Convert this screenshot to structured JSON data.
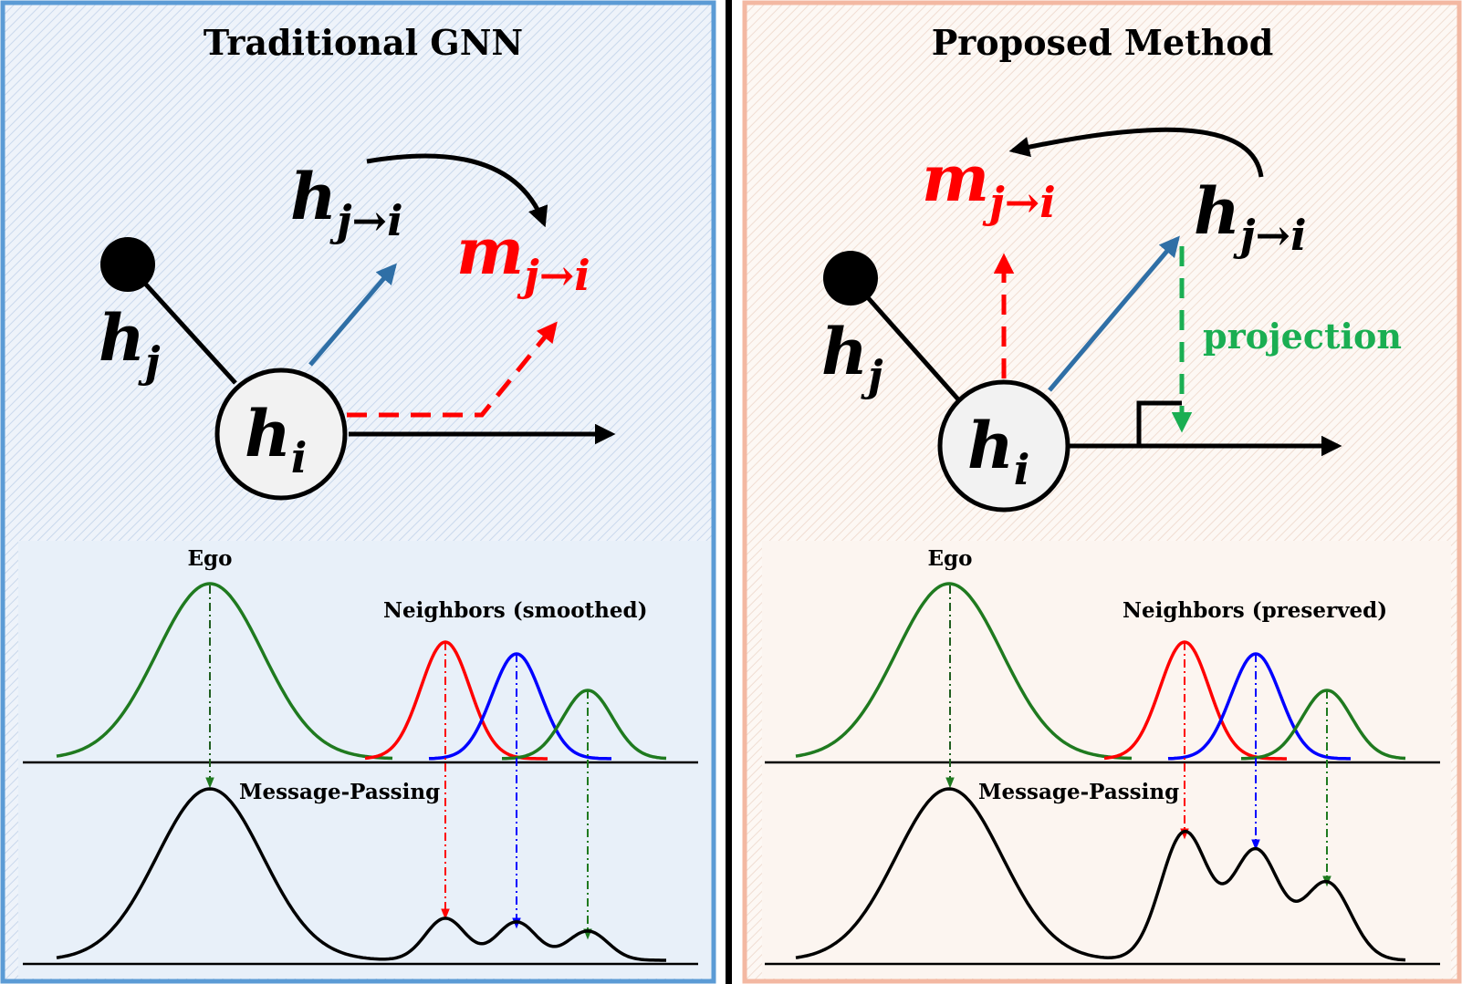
{
  "colors": {
    "left_border": "#5b9bd5",
    "right_border": "#f3b8a2",
    "left_bg": "#e6eef8",
    "right_bg": "#fbf3ee",
    "red": "#ff0000",
    "blue": "#0000ff",
    "green": "#1f7a1f",
    "vector_blue": "#2f6fa6",
    "projection_green": "#1aae52"
  },
  "left": {
    "title": "Traditional GNN",
    "h_j": "h",
    "h_j_sub": "j",
    "h_i": "h",
    "h_i_sub": "i",
    "h_ji": "h",
    "h_ji_sub": "j→i",
    "m_ji": "m",
    "m_ji_sub": "j→i",
    "ego_label": "Ego",
    "neighbors_label": "Neighbors (smoothed)",
    "mp_label": "Message-Passing"
  },
  "right": {
    "title": "Proposed Method",
    "h_j": "h",
    "h_j_sub": "j",
    "h_i": "h",
    "h_i_sub": "i",
    "h_ji": "h",
    "h_ji_sub": "j→i",
    "m_ji": "m",
    "m_ji_sub": "j→i",
    "projection_label": "projection",
    "ego_label": "Ego",
    "neighbors_label": "Neighbors (preserved)",
    "mp_label": "Message-Passing"
  }
}
